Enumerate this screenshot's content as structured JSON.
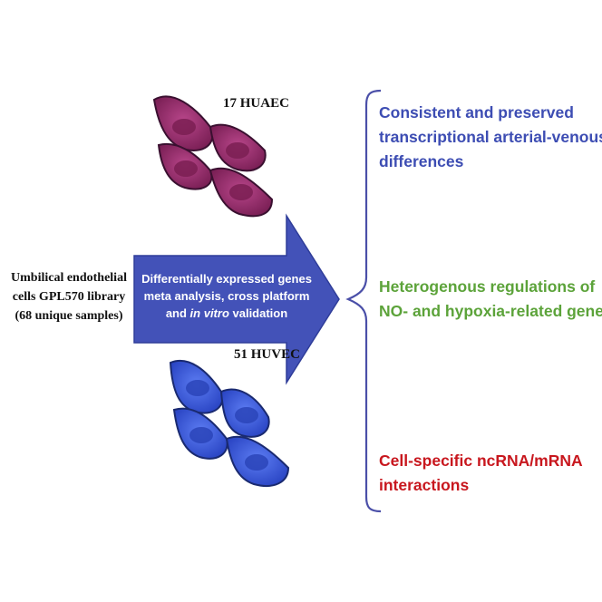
{
  "library": {
    "lines": [
      "Umbilical endothelial",
      "cells GPL570 library",
      "(68 unique samples)"
    ]
  },
  "huaec_label": "17 HUAEC",
  "huvec_label": "51 HUVEC",
  "arrow": {
    "line1": "Differentially expressed genes",
    "line2": "meta analysis, cross platform",
    "line3_pre": "and ",
    "line3_italic": "in vitro",
    "line3_post": " validation"
  },
  "outcomes": [
    {
      "lines": [
        "Consistent and preserved",
        "transcriptional arterial-venous",
        "differences"
      ],
      "color": "#3d4db3"
    },
    {
      "lines": [
        "Heterogenous regulations of",
        "NO- and hypoxia-related genes"
      ],
      "color": "#5ca33a"
    },
    {
      "lines": [
        "Cell-specific ncRNA/mRNA",
        "interactions"
      ],
      "color": "#c8171e"
    }
  ],
  "colors": {
    "arrow": "#4352b8",
    "arrow_edge": "#2f3d99",
    "brace": "#4a4fa8",
    "artery_cell": "#9c2f6f",
    "artery_nucleus": "#7a1f52",
    "vein_cell": "#3d5ee0",
    "vein_nucleus": "#2a44b8"
  }
}
